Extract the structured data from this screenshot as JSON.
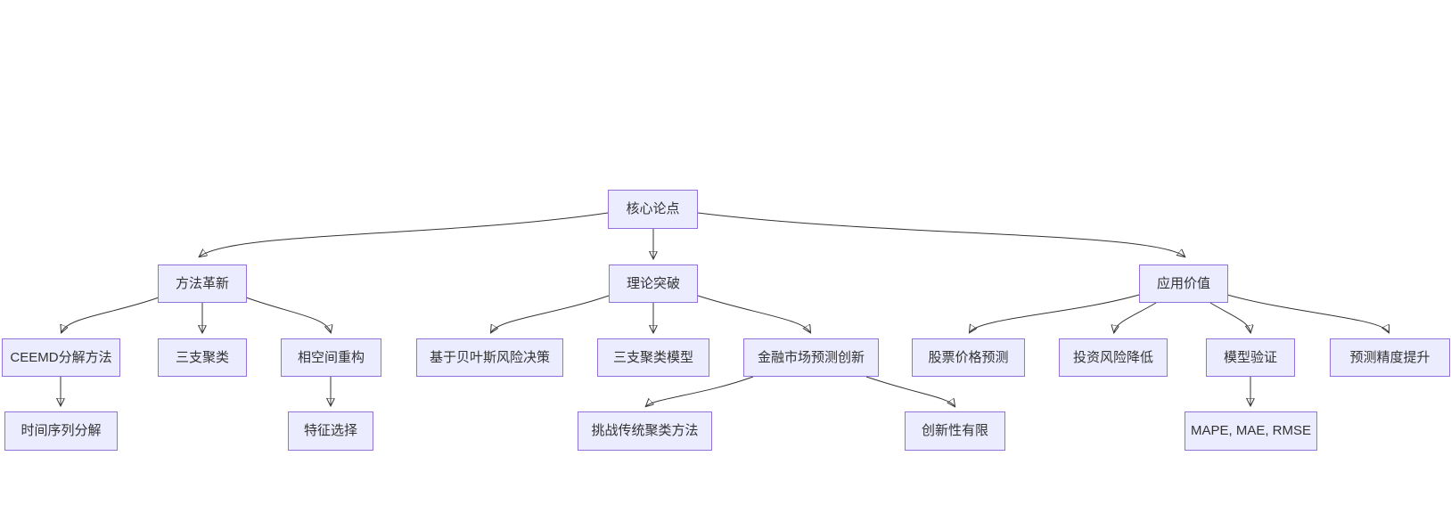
{
  "diagram": {
    "type": "flowchart-top-down",
    "background_color": "#ffffff",
    "node_fill_color": "#ECECFF",
    "node_border_color": "#9370DB",
    "node_text_color": "#333333",
    "edge_color": "#333333",
    "nodes": [
      {
        "id": "core-thesis",
        "label": "核心论点",
        "level": 1
      },
      {
        "id": "method-innovation",
        "label": "方法革新",
        "level": 2
      },
      {
        "id": "theory-breakthrough",
        "label": "理论突破",
        "level": 2
      },
      {
        "id": "application-value",
        "label": "应用价值",
        "level": 2
      },
      {
        "id": "ceemd-decomposition",
        "label": "CEEMD分解方法",
        "level": 3
      },
      {
        "id": "three-way-clustering",
        "label": "三支聚类",
        "level": 3
      },
      {
        "id": "phase-space-reconstruction",
        "label": "相空间重构",
        "level": 3
      },
      {
        "id": "bayesian-risk-decision",
        "label": "基于贝叶斯风险决策",
        "level": 3
      },
      {
        "id": "three-way-clustering-model",
        "label": "三支聚类模型",
        "level": 3
      },
      {
        "id": "financial-market-forecast-innovation",
        "label": "金融市场预测创新",
        "level": 3
      },
      {
        "id": "stock-price-prediction",
        "label": "股票价格预测",
        "level": 3
      },
      {
        "id": "investment-risk-reduction",
        "label": "投资风险降低",
        "level": 3
      },
      {
        "id": "model-validation",
        "label": "模型验证",
        "level": 3
      },
      {
        "id": "forecast-accuracy-improvement",
        "label": "预测精度提升",
        "level": 3
      },
      {
        "id": "time-series-decomposition",
        "label": "时间序列分解",
        "level": 4
      },
      {
        "id": "feature-selection",
        "label": "特征选择",
        "level": 4
      },
      {
        "id": "challenge-traditional-clustering",
        "label": "挑战传统聚类方法",
        "level": 4
      },
      {
        "id": "limited-novelty",
        "label": "创新性有限",
        "level": 4
      },
      {
        "id": "evaluation-metrics",
        "label": "MAPE, MAE, RMSE",
        "level": 4
      }
    ],
    "edges": [
      {
        "from": "core-thesis",
        "to": "method-innovation"
      },
      {
        "from": "core-thesis",
        "to": "theory-breakthrough"
      },
      {
        "from": "core-thesis",
        "to": "application-value"
      },
      {
        "from": "method-innovation",
        "to": "ceemd-decomposition"
      },
      {
        "from": "method-innovation",
        "to": "three-way-clustering"
      },
      {
        "from": "method-innovation",
        "to": "phase-space-reconstruction"
      },
      {
        "from": "ceemd-decomposition",
        "to": "time-series-decomposition"
      },
      {
        "from": "phase-space-reconstruction",
        "to": "feature-selection"
      },
      {
        "from": "theory-breakthrough",
        "to": "bayesian-risk-decision"
      },
      {
        "from": "theory-breakthrough",
        "to": "three-way-clustering-model"
      },
      {
        "from": "theory-breakthrough",
        "to": "financial-market-forecast-innovation"
      },
      {
        "from": "financial-market-forecast-innovation",
        "to": "challenge-traditional-clustering"
      },
      {
        "from": "financial-market-forecast-innovation",
        "to": "limited-novelty"
      },
      {
        "from": "application-value",
        "to": "stock-price-prediction"
      },
      {
        "from": "application-value",
        "to": "investment-risk-reduction"
      },
      {
        "from": "application-value",
        "to": "model-validation"
      },
      {
        "from": "application-value",
        "to": "forecast-accuracy-improvement"
      },
      {
        "from": "model-validation",
        "to": "evaluation-metrics"
      }
    ]
  }
}
